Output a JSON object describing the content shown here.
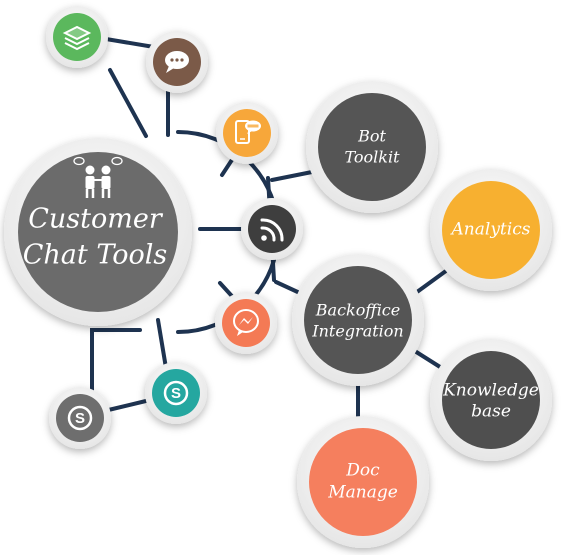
{
  "hub": {
    "label_line1": "Customer",
    "label_line2": "Chat Tools",
    "icon": "two-people-chatting-icon"
  },
  "channels": [
    {
      "name": "layers",
      "icon": "layers-stack-icon",
      "color": "#5BB85D"
    },
    {
      "name": "chat",
      "icon": "chat-bubble-icon",
      "color": "#7B5A48"
    },
    {
      "name": "sms",
      "icon": "sms-phone-icon",
      "color": "#F7A73A"
    },
    {
      "name": "rss",
      "icon": "rss-feed-icon",
      "color": "#3E3E3E"
    },
    {
      "name": "messenger",
      "icon": "messenger-icon",
      "color": "#F47A55"
    },
    {
      "name": "skype-teal",
      "icon": "skype-icon",
      "color": "#25A7A0"
    },
    {
      "name": "skype-gray",
      "icon": "skype-icon",
      "color": "#6E6E6E"
    }
  ],
  "features": {
    "bot_toolkit": {
      "line1": "Bot",
      "line2": "Toolkit",
      "color": "#555555"
    },
    "backoffice": {
      "line1": "Backoffice",
      "line2": "Integration",
      "color": "#555555"
    },
    "analytics": {
      "line1": "Analytics",
      "color": "#F7B030"
    },
    "knowledge": {
      "line1": "Knowledge",
      "line2": "base",
      "color": "#4F4F4F"
    },
    "doc_manage": {
      "line1": "Doc",
      "line2": "Manage",
      "color": "#F57F5E"
    }
  },
  "colors": {
    "connector": "#1E3350",
    "ring": "#EFEFEF",
    "hub_fill": "#6B6B6B"
  }
}
